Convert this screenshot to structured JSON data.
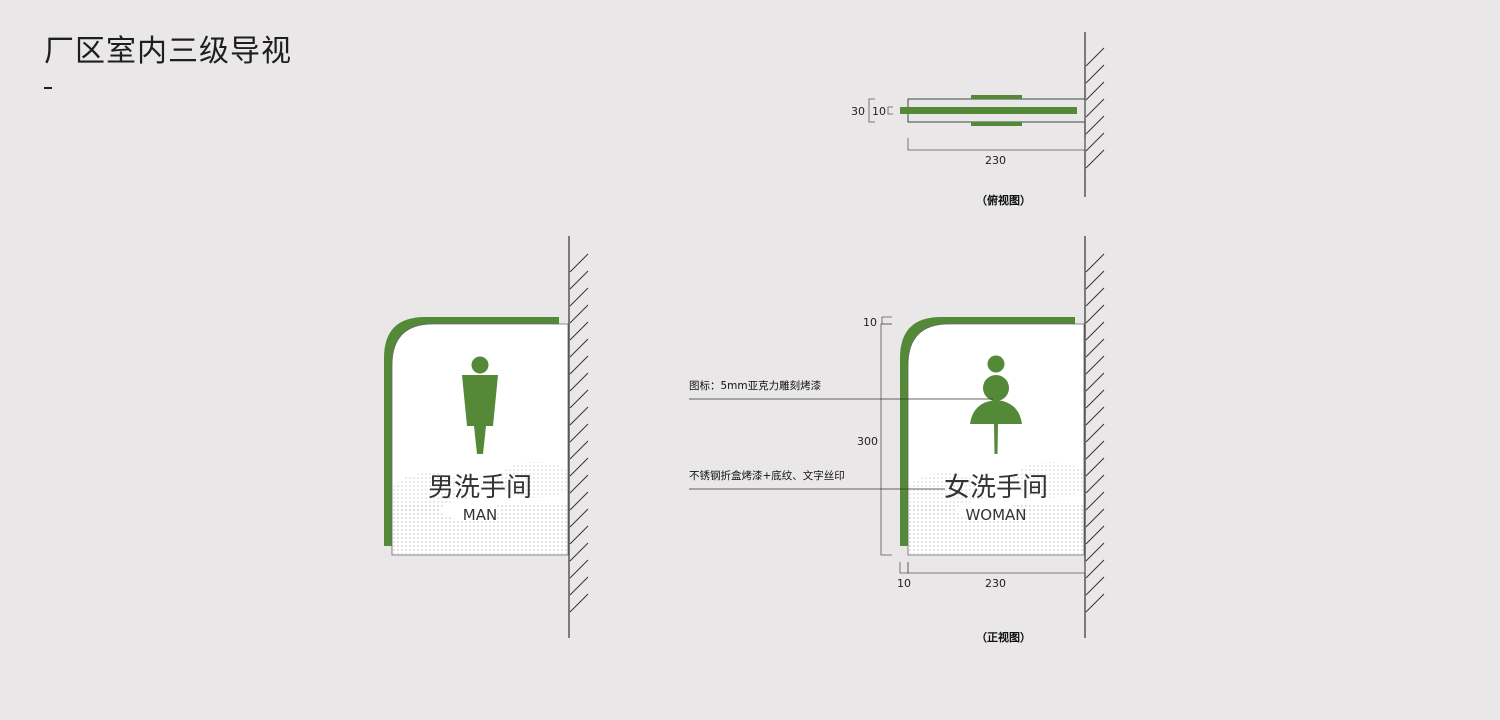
{
  "page": {
    "title": "厂区室内三级导视"
  },
  "colors": {
    "accent_green": "#548a37",
    "background": "#e9e7e7",
    "line": "#333333"
  },
  "signs": {
    "men": {
      "cn": "男洗手间",
      "en": "MAN",
      "icon": "male-pictogram-icon"
    },
    "women": {
      "cn": "女洗手间",
      "en": "WOMAN",
      "icon": "female-pictogram-icon"
    }
  },
  "top_view": {
    "dim_thickness": "30",
    "dim_panel": "10",
    "dim_depth": "230",
    "caption": "（俯视图）"
  },
  "front_view": {
    "dim_top_edge": "10",
    "dim_height": "300",
    "dim_side_edge": "10",
    "dim_width": "230",
    "caption": "（正视图）"
  },
  "notes": {
    "icon_material": "图标：5mm亚克力雕刻烤漆",
    "box_material": "不锈钢折盒烤漆+底纹、文字丝印"
  }
}
